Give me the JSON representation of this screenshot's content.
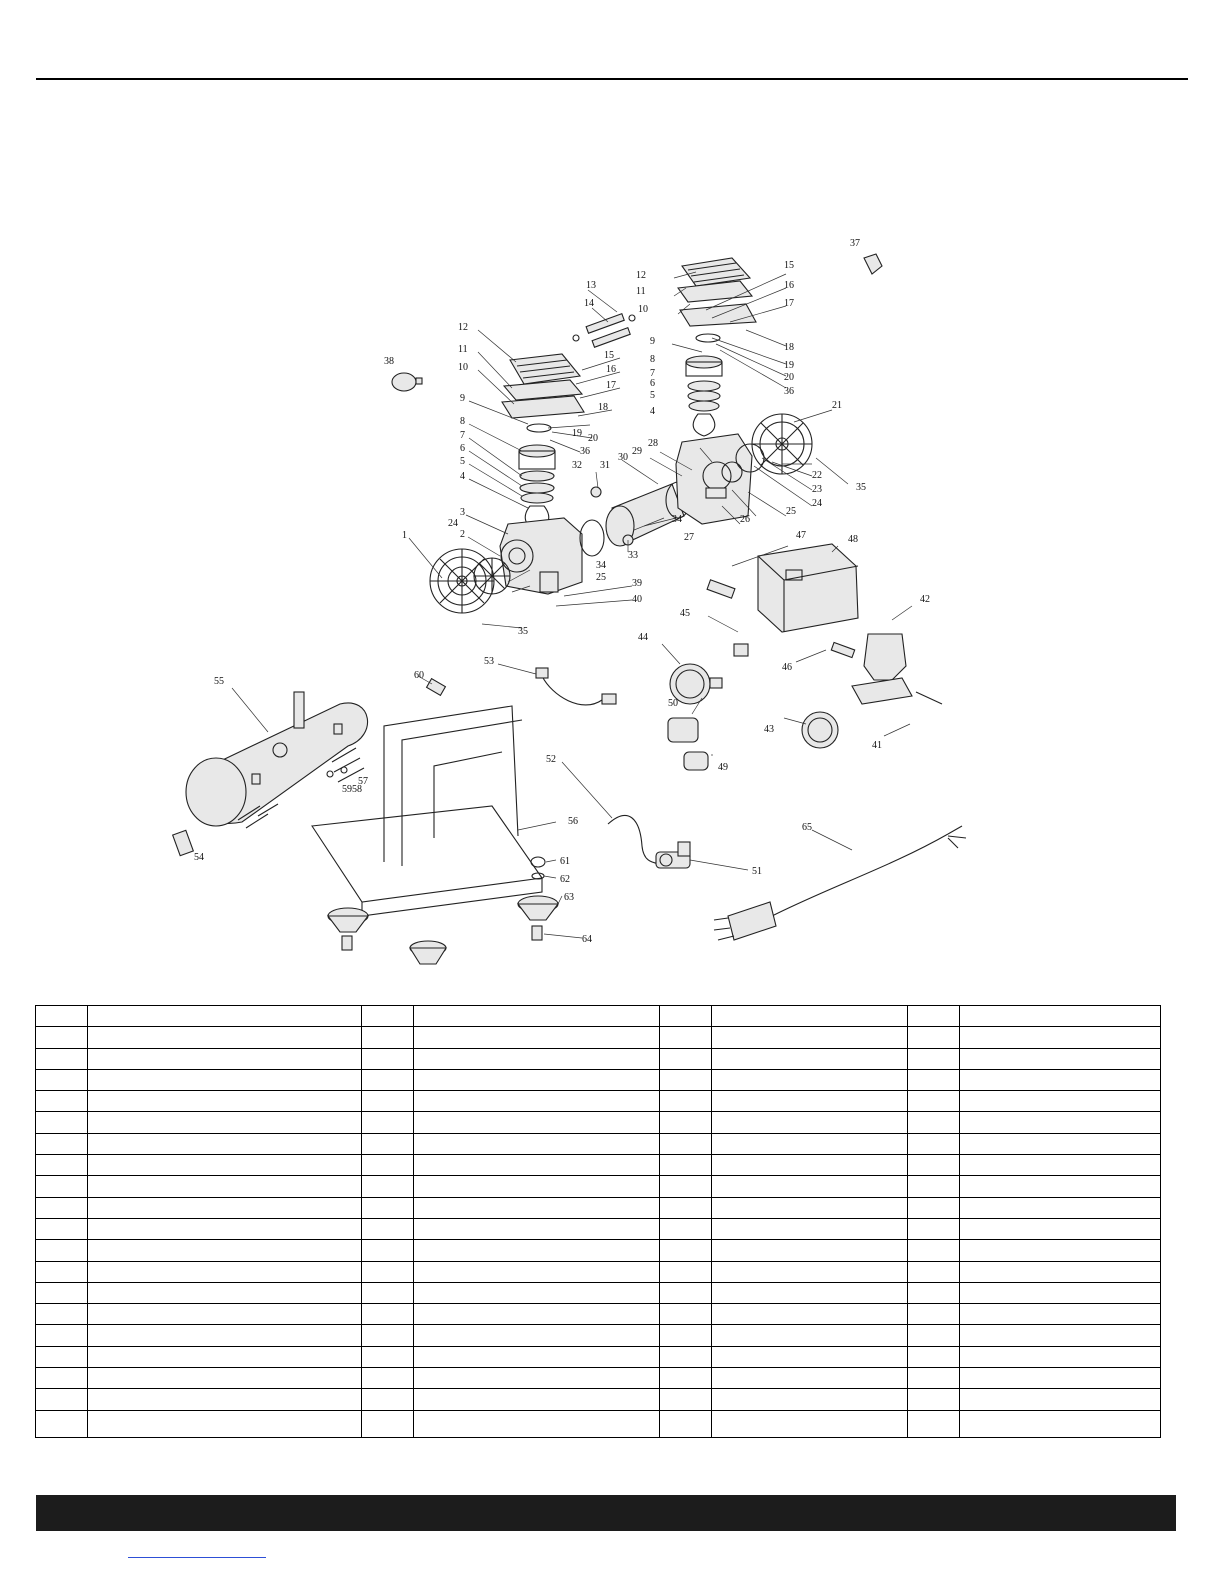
{
  "diagram": {
    "labels": [
      {
        "id": "p1",
        "text": "1"
      },
      {
        "id": "p2",
        "text": "2"
      },
      {
        "id": "p3",
        "text": "3"
      },
      {
        "id": "p4a",
        "text": "4"
      },
      {
        "id": "p5a",
        "text": "5"
      },
      {
        "id": "p6a",
        "text": "6"
      },
      {
        "id": "p7a",
        "text": "7"
      },
      {
        "id": "p8a",
        "text": "8"
      },
      {
        "id": "p9a",
        "text": "9"
      },
      {
        "id": "p10a",
        "text": "10"
      },
      {
        "id": "p11a",
        "text": "11"
      },
      {
        "id": "p12a",
        "text": "12"
      },
      {
        "id": "p13",
        "text": "13"
      },
      {
        "id": "p14",
        "text": "14"
      },
      {
        "id": "p15a",
        "text": "15"
      },
      {
        "id": "p16a",
        "text": "16"
      },
      {
        "id": "p17a",
        "text": "17"
      },
      {
        "id": "p18a",
        "text": "18"
      },
      {
        "id": "p19a",
        "text": "19"
      },
      {
        "id": "p20a",
        "text": "20"
      },
      {
        "id": "p36a",
        "text": "36"
      },
      {
        "id": "p24a",
        "text": "24"
      },
      {
        "id": "p25a",
        "text": "25"
      },
      {
        "id": "p34a",
        "text": "34"
      },
      {
        "id": "p35a",
        "text": "35"
      },
      {
        "id": "p32",
        "text": "32"
      },
      {
        "id": "p33",
        "text": "33"
      },
      {
        "id": "p31",
        "text": "31"
      },
      {
        "id": "p30",
        "text": "30"
      },
      {
        "id": "p29",
        "text": "29"
      },
      {
        "id": "p28",
        "text": "28"
      },
      {
        "id": "p34b",
        "text": "34"
      },
      {
        "id": "p26",
        "text": "26"
      },
      {
        "id": "p27",
        "text": "27"
      },
      {
        "id": "p12b",
        "text": "12"
      },
      {
        "id": "p11b",
        "text": "11"
      },
      {
        "id": "p10b",
        "text": "10"
      },
      {
        "id": "p15b",
        "text": "15"
      },
      {
        "id": "p16b",
        "text": "16"
      },
      {
        "id": "p17b",
        "text": "17"
      },
      {
        "id": "p18b",
        "text": "18"
      },
      {
        "id": "p9b",
        "text": "9"
      },
      {
        "id": "p19b",
        "text": "19"
      },
      {
        "id": "p20b",
        "text": "20"
      },
      {
        "id": "p36b",
        "text": "36"
      },
      {
        "id": "p8b",
        "text": "8"
      },
      {
        "id": "p7b",
        "text": "7"
      },
      {
        "id": "p6b",
        "text": "6"
      },
      {
        "id": "p5b",
        "text": "5"
      },
      {
        "id": "p4b",
        "text": "4"
      },
      {
        "id": "p21",
        "text": "21"
      },
      {
        "id": "p22",
        "text": "22"
      },
      {
        "id": "p23",
        "text": "23"
      },
      {
        "id": "p24b",
        "text": "24"
      },
      {
        "id": "p25b",
        "text": "25"
      },
      {
        "id": "p35b",
        "text": "35"
      },
      {
        "id": "p37",
        "text": "37"
      },
      {
        "id": "p38",
        "text": "38"
      },
      {
        "id": "p39",
        "text": "39"
      },
      {
        "id": "p40",
        "text": "40"
      },
      {
        "id": "p47",
        "text": "47"
      },
      {
        "id": "p48",
        "text": "48"
      },
      {
        "id": "p42",
        "text": "42"
      },
      {
        "id": "p45",
        "text": "45"
      },
      {
        "id": "p44",
        "text": "44"
      },
      {
        "id": "p46",
        "text": "46"
      },
      {
        "id": "p50",
        "text": "50"
      },
      {
        "id": "p43",
        "text": "43"
      },
      {
        "id": "p41",
        "text": "41"
      },
      {
        "id": "p49",
        "text": "49"
      },
      {
        "id": "p55",
        "text": "55"
      },
      {
        "id": "p60",
        "text": "60"
      },
      {
        "id": "p53",
        "text": "53"
      },
      {
        "id": "p57",
        "text": "57"
      },
      {
        "id": "p5958",
        "text": "5958"
      },
      {
        "id": "p52",
        "text": "52"
      },
      {
        "id": "p54",
        "text": "54"
      },
      {
        "id": "p56",
        "text": "56"
      },
      {
        "id": "p61",
        "text": "61"
      },
      {
        "id": "p62",
        "text": "62"
      },
      {
        "id": "p63",
        "text": "63"
      },
      {
        "id": "p64",
        "text": "64"
      },
      {
        "id": "p51",
        "text": "51"
      },
      {
        "id": "p65",
        "text": "65"
      }
    ]
  },
  "parts_table": {
    "rows": 20,
    "cols": 8
  }
}
